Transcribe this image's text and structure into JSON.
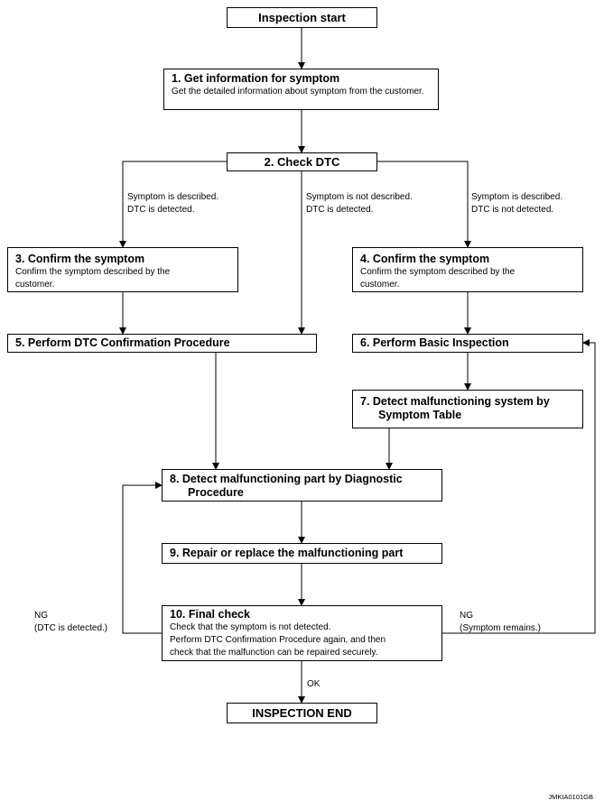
{
  "start": "Inspection start",
  "end": "INSPECTION END",
  "steps": {
    "s1": {
      "title": "1. Get information for symptom",
      "desc": "Get the detailed information about symptom from the customer."
    },
    "s2": {
      "title": "2. Check DTC"
    },
    "s3": {
      "title": "3. Confirm the symptom",
      "desc": "Confirm the symptom described by the customer."
    },
    "s4": {
      "title": "4. Confirm the symptom",
      "desc": "Confirm the symptom described by the customer."
    },
    "s5": {
      "title": "5. Perform DTC Confirmation Procedure"
    },
    "s6": {
      "title": "6. Perform Basic Inspection"
    },
    "s7": {
      "title": "7. Detect malfunctioning system by Symptom Table"
    },
    "s8": {
      "title": "8. Detect malfunctioning part by Diagnostic Procedure"
    },
    "s9": {
      "title": "9. Repair or replace the malfunctioning part"
    },
    "s10": {
      "title": "10. Final check",
      "lines": [
        "Check that the symptom is not detected.",
        "Perform DTC Confirmation Procedure again, and then",
        "check that the malfunction can be repaired securely."
      ]
    }
  },
  "branches": {
    "left": [
      "Symptom is described.",
      "DTC is detected."
    ],
    "middle": [
      "Symptom is not described.",
      "DTC is detected."
    ],
    "right": [
      "Symptom is described.",
      "DTC is not detected."
    ]
  },
  "loops": {
    "ng_left": [
      "NG",
      "(DTC is detected.)"
    ],
    "ng_right": [
      "NG",
      "(Symptom remains.)"
    ],
    "ok": "OK"
  },
  "figure_id": "JMKIA0101GB"
}
